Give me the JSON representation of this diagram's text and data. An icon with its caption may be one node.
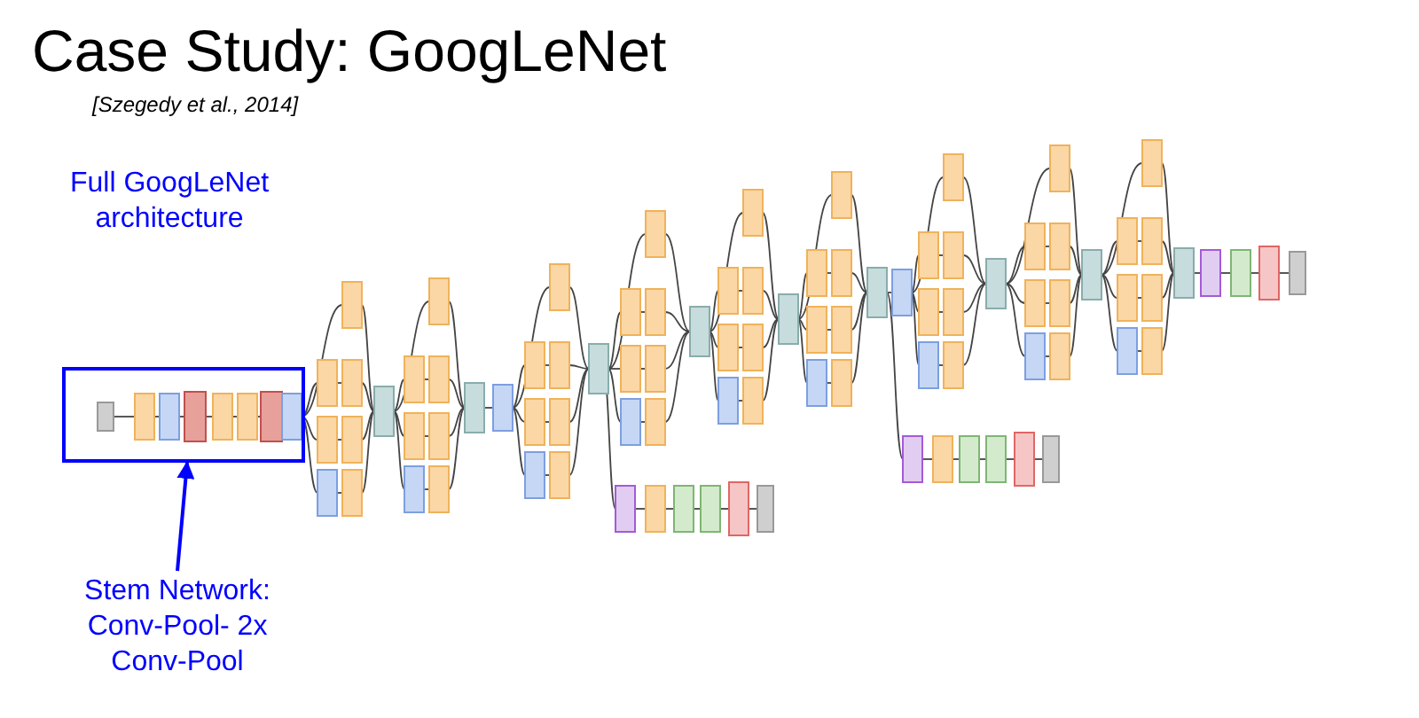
{
  "diagram": {
    "title": "Case Study: GoogLeNet",
    "nodes": [
      {
        "text": [],
        "shape": "box"
      },
      {
        "text": [
          "Stem Network: Conv-Pool- 2x Conv-Pool"
        ]
      }
    ],
    "edges": [
      {
        "from": 1,
        "to": 0,
        "arrow": "to",
        "color": "#0000ff"
      }
    ],
    "labels": [
      "[Szegedy et al., 2014]",
      "Full GoogLeNet architecture"
    ]
  }
}
